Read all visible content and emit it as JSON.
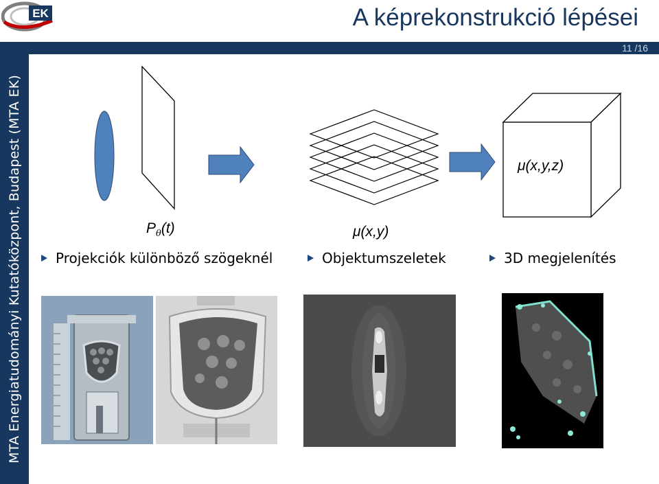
{
  "header": {
    "title": "A képrekonstrukció lépései",
    "page_number": "11 /16",
    "logo_text": "EK"
  },
  "sidebar": {
    "institution": "MTA Energiatudományi Kutatóközpont, Budapest (MTA EK)"
  },
  "diagram": {
    "projection_label": "Pθ(t)",
    "slices_label": "μ(x,y)",
    "volume_label": "μ(x,y,z)"
  },
  "steps": [
    {
      "label": "Projekciók különböző szögeknél"
    },
    {
      "label": "Objektumszeletek"
    },
    {
      "label": "3D megjelenítés"
    }
  ],
  "colors": {
    "brand": "#17375e",
    "accent": "#4f81bd",
    "arrow": "#4f81bd"
  }
}
